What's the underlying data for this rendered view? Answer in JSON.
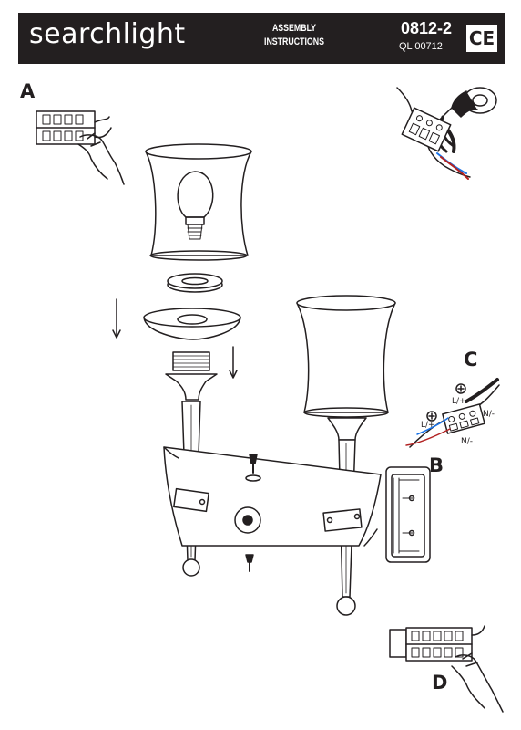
{
  "header": {
    "brand": "searchlight",
    "title_line1": "ASSEMBLY",
    "title_line2": "INSTRUCTIONS",
    "model": "0812-2",
    "ql_code": "QL 00712",
    "ce_mark": "CE"
  },
  "steps": {
    "a": "A",
    "b": "B",
    "c": "C",
    "d": "D"
  },
  "wiring_labels": [
    "L/+",
    "N/-",
    "L/+",
    "N/-"
  ]
}
